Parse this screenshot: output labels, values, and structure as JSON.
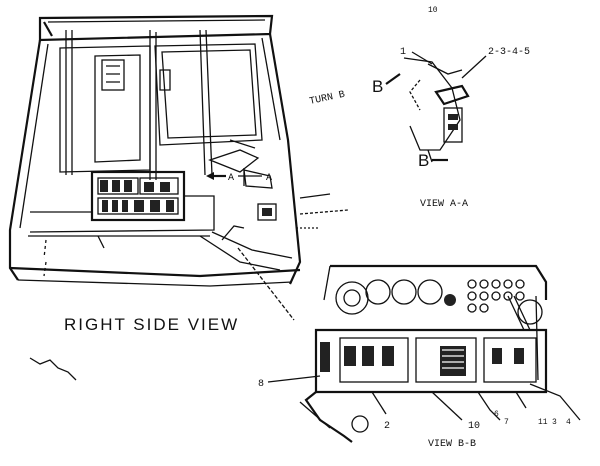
{
  "page_number": "10",
  "labels": {
    "right_side_view": "RIGHT SIDE VIEW",
    "view_a_a": "VIEW A-A",
    "view_b_b": "VIEW B-B",
    "turn_b": "TURN B",
    "ref_1": "1",
    "ref_2_3_4_5": "2-3-4-5",
    "ref_b_top": "B",
    "ref_b_bottom": "B",
    "ref_a_left": "A",
    "ref_a_right": "A",
    "ref_8": "8",
    "ref_2": "2",
    "ref_10": "10",
    "ref_6": "6",
    "ref_7": "7",
    "ref_11": "11",
    "ref_3": "3",
    "ref_4": "4"
  }
}
